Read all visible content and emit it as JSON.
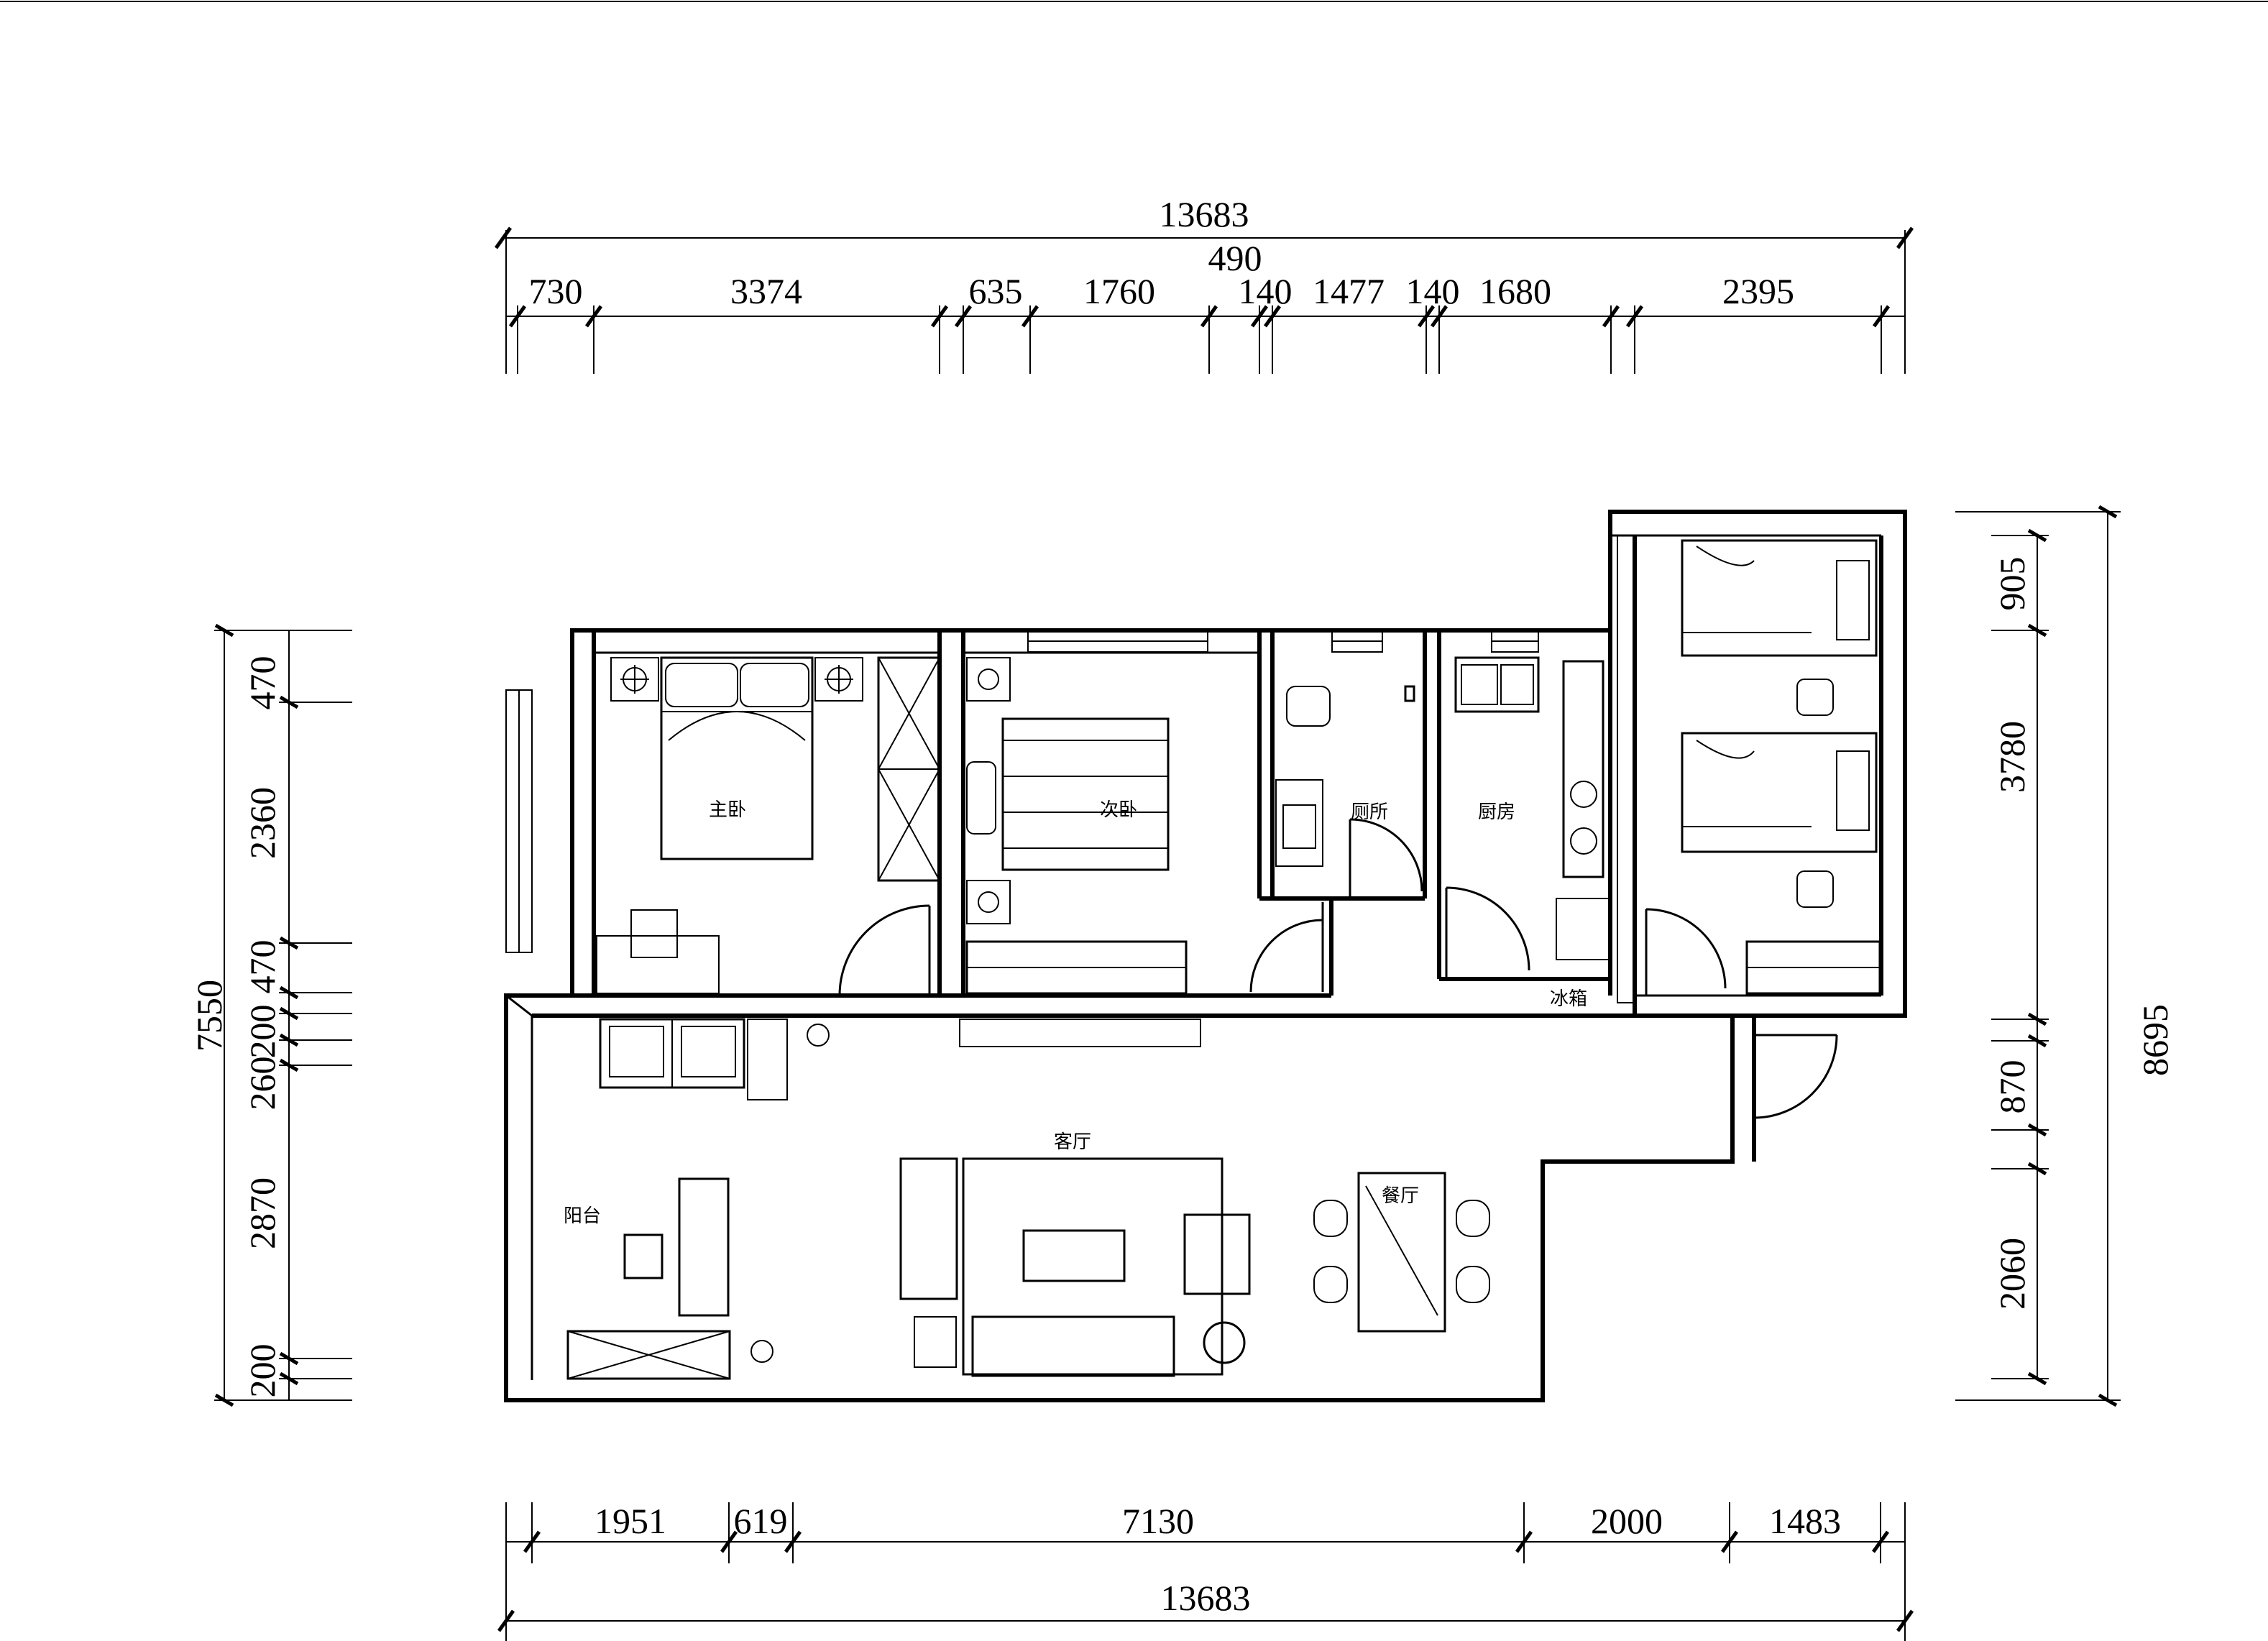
{
  "rooms": {
    "master_bedroom": "主卧",
    "second_bedroom": "次卧",
    "toilet": "厕所",
    "kitchen": "厨房",
    "living_room": "客厅",
    "balcony": "阳台",
    "dining": "餐厅",
    "note": "冰箱"
  },
  "dimensions": {
    "top_total": "13683",
    "top_extra": "490",
    "top_segments": [
      "730",
      "3374",
      "635",
      "1760",
      "140",
      "1477",
      "140",
      "1680",
      "2395"
    ],
    "bottom_total": "13683",
    "bottom_segments": [
      "1951",
      "619",
      "7130",
      "2000",
      "1483"
    ],
    "left_total": "7550",
    "left_segments": [
      "470",
      "2360",
      "470",
      "200",
      "260",
      "2870",
      "200"
    ],
    "right_total": "8695",
    "right_segments": [
      "905",
      "3780",
      "870",
      "2060"
    ]
  }
}
